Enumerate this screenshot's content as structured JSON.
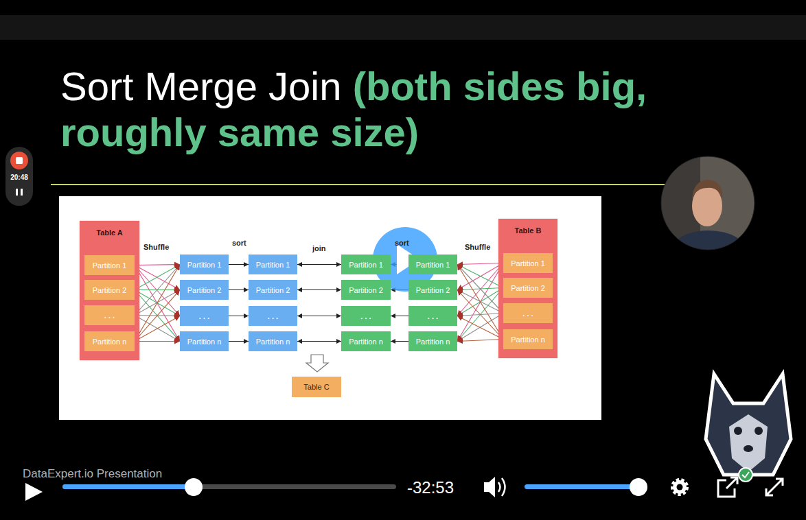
{
  "diagram": {
    "title": "Sort Merge Join",
    "nodes": [
      {
        "text": [
          "Table A"
        ]
      },
      {
        "text": [
          "Partition 1"
        ],
        "in": 0
      },
      {
        "text": [
          "Partition 2"
        ],
        "in": 0
      },
      {
        "text": [
          ". . ."
        ],
        "in": 0
      },
      {
        "text": [
          "Partition n"
        ],
        "in": 0
      },
      {
        "text": [
          "Partition 1"
        ]
      },
      {
        "text": [
          "Partition 2"
        ]
      },
      {
        "text": [
          ". . ."
        ]
      },
      {
        "text": [
          "Partition n"
        ]
      },
      {
        "text": [
          "Partition 1"
        ]
      },
      {
        "text": [
          "Partition 2"
        ]
      },
      {
        "text": [
          ". . ."
        ]
      },
      {
        "text": [
          "Partition n"
        ]
      },
      {
        "text": [
          "Partition 1"
        ]
      },
      {
        "text": [
          "Partition 2"
        ]
      },
      {
        "text": [
          ". . ."
        ]
      },
      {
        "text": [
          "Partition n"
        ]
      },
      {
        "text": [
          "Partition 1"
        ]
      },
      {
        "text": [
          "Partition 2"
        ]
      },
      {
        "text": [
          ". . ."
        ]
      },
      {
        "text": [
          "Partition n"
        ]
      },
      {
        "text": [
          "Table B"
        ]
      },
      {
        "text": [
          "Partition 1"
        ],
        "in": 21
      },
      {
        "text": [
          "Partition 2"
        ],
        "in": 21
      },
      {
        "text": [
          ". . ."
        ],
        "in": 21
      },
      {
        "text": [
          "Partition n"
        ],
        "in": 21
      },
      {
        "text": [
          "Table C"
        ]
      }
    ],
    "edges": [
      {
        "from": 1,
        "to": 5,
        "arrow": "to"
      },
      {
        "from": 1,
        "to": 6,
        "arrow": "to"
      },
      {
        "from": 1,
        "to": 7,
        "arrow": "to"
      },
      {
        "from": 1,
        "to": 8,
        "arrow": "to"
      },
      {
        "from": 2,
        "to": 5,
        "arrow": "to"
      },
      {
        "from": 2,
        "to": 6,
        "arrow": "to"
      },
      {
        "from": 2,
        "to": 7,
        "arrow": "to"
      },
      {
        "from": 2,
        "to": 8,
        "arrow": "to"
      },
      {
        "from": 3,
        "to": 5,
        "arrow": "to"
      },
      {
        "from": 3,
        "to": 6,
        "arrow": "to"
      },
      {
        "from": 3,
        "to": 7,
        "arrow": "to"
      },
      {
        "from": 3,
        "to": 8,
        "arrow": "to"
      },
      {
        "from": 4,
        "to": 5,
        "arrow": "to"
      },
      {
        "from": 4,
        "to": 6,
        "arrow": "to"
      },
      {
        "from": 4,
        "to": 7,
        "arrow": "to"
      },
      {
        "from": 4,
        "to": 8,
        "arrow": "to"
      },
      {
        "from": 5,
        "to": 9,
        "arrow": "to"
      },
      {
        "from": 6,
        "to": 10,
        "arrow": "to"
      },
      {
        "from": 7,
        "to": 11,
        "arrow": "to"
      },
      {
        "from": 8,
        "to": 12,
        "arrow": "to"
      },
      {
        "from": 9,
        "to": 13,
        "arrow": "both"
      },
      {
        "from": 10,
        "to": 14,
        "arrow": "both"
      },
      {
        "from": 11,
        "to": 15,
        "arrow": "both"
      },
      {
        "from": 12,
        "to": 16,
        "arrow": "both"
      },
      {
        "from": 17,
        "to": 13,
        "arrow": "to"
      },
      {
        "from": 18,
        "to": 14,
        "arrow": "to"
      },
      {
        "from": 19,
        "to": 15,
        "arrow": "to"
      },
      {
        "from": 20,
        "to": 16,
        "arrow": "to"
      },
      {
        "from": 22,
        "to": 17,
        "arrow": "to"
      },
      {
        "from": 22,
        "to": 18,
        "arrow": "to"
      },
      {
        "from": 22,
        "to": 19,
        "arrow": "to"
      },
      {
        "from": 22,
        "to": 20,
        "arrow": "to"
      },
      {
        "from": 23,
        "to": 17,
        "arrow": "to"
      },
      {
        "from": 23,
        "to": 18,
        "arrow": "to"
      },
      {
        "from": 23,
        "to": 19,
        "arrow": "to"
      },
      {
        "from": 23,
        "to": 20,
        "arrow": "to"
      },
      {
        "from": 24,
        "to": 17,
        "arrow": "to"
      },
      {
        "from": 24,
        "to": 18,
        "arrow": "to"
      },
      {
        "from": 24,
        "to": 19,
        "arrow": "to"
      },
      {
        "from": 24,
        "to": 20,
        "arrow": "to"
      },
      {
        "from": 25,
        "to": 17,
        "arrow": "to"
      },
      {
        "from": 25,
        "to": 18,
        "arrow": "to"
      },
      {
        "from": 25,
        "to": 19,
        "arrow": "to"
      },
      {
        "from": 25,
        "to": 20,
        "arrow": "to"
      }
    ],
    "labels": [
      "(both sides big, roughly same size)",
      "Shuffle",
      "sort",
      "join",
      "sort",
      "Shuffle",
      "20:48",
      "DataExpert.io Presentation",
      "-32:53"
    ]
  }
}
